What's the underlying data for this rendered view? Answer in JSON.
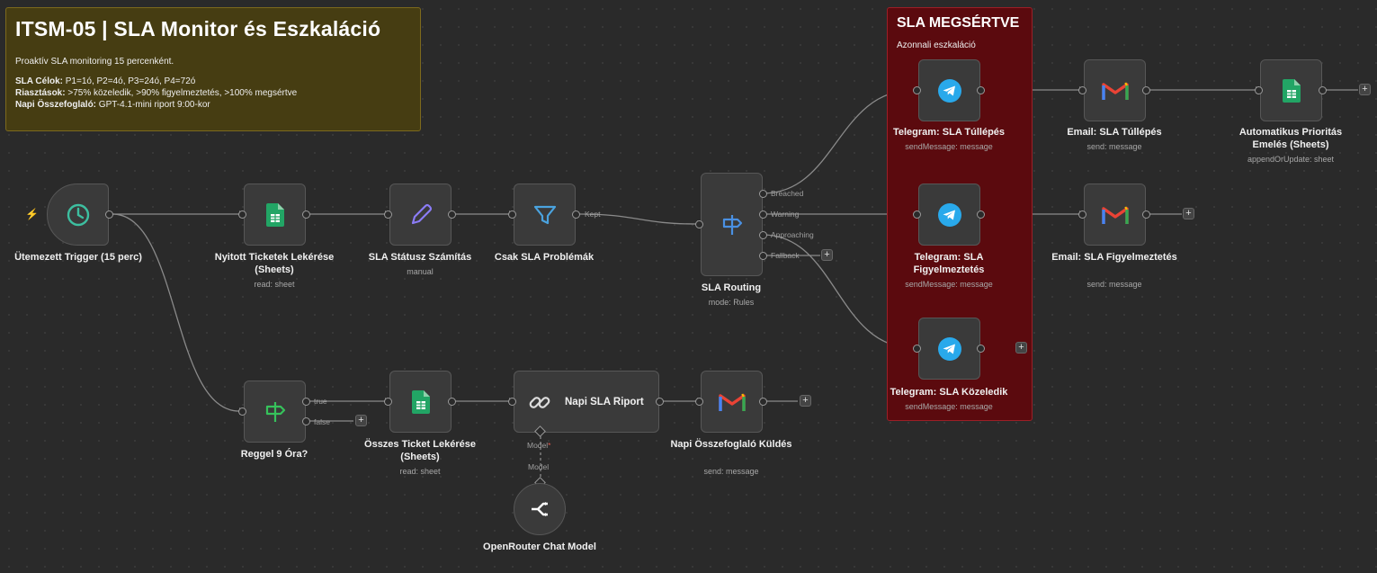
{
  "sticky_main": {
    "title": "ITSM-05 | SLA Monitor és Eszkaláció",
    "intro": "Proaktív SLA monitoring 15 percenként.",
    "line1_key": "SLA Célok:",
    "line1_val": " P1=1ó, P2=4ó, P3=24ó, P4=72ó",
    "line2_key": "Riasztások:",
    "line2_val": " >75% közeledik, >90% figyelmeztetés, >100% megsértve",
    "line3_key": "Napi Összefoglaló:",
    "line3_val": " GPT-4.1-mini riport 9:00-kor"
  },
  "sticky_red": {
    "title": "SLA MEGSÉRTVE",
    "subtitle": "Azonnali eszkaláció"
  },
  "nodes": {
    "trigger": {
      "label": "Ütemezett Trigger (15 perc)"
    },
    "open_tickets": {
      "label": "Nyitott Ticketek Lekérése (Sheets)",
      "sub": "read: sheet"
    },
    "status_calc": {
      "label": "SLA Státusz Számítás",
      "sub": "manual"
    },
    "filter": {
      "label": "Csak SLA Problémák"
    },
    "routing": {
      "label": "SLA Routing",
      "sub": "mode: Rules"
    },
    "tg_breach": {
      "label": "Telegram: SLA Túllépés",
      "sub": "sendMessage: message"
    },
    "mail_breach": {
      "label": "Email: SLA Túllépés",
      "sub": "send: message"
    },
    "priority": {
      "label": "Automatikus Prioritás Emelés (Sheets)",
      "sub": "appendOrUpdate: sheet"
    },
    "tg_warn": {
      "label": "Telegram: SLA Figyelmeztetés",
      "sub": "sendMessage: message"
    },
    "mail_warn": {
      "label": "Email: SLA Figyelmeztetés",
      "sub": "send: message"
    },
    "tg_near": {
      "label": "Telegram: SLA Közeledik",
      "sub": "sendMessage: message"
    },
    "morning": {
      "label": "Reggel 9 Óra?"
    },
    "all_tickets": {
      "label": "Összes Ticket Lekérése (Sheets)",
      "sub": "read: sheet"
    },
    "report": {
      "label": "Napi SLA Riport"
    },
    "daily_send": {
      "label": "Napi Összefoglaló Küldés",
      "sub": "send: message"
    },
    "openrouter": {
      "label": "OpenRouter Chat Model"
    }
  },
  "edge_labels": {
    "kept": "Kept",
    "breached": "Breached",
    "warning": "Warning",
    "approaching": "Approaching",
    "fallback": "Fallback",
    "true": "true",
    "false": "false",
    "model_required": "Model",
    "model": "Model"
  },
  "colors": {
    "sheets": "#22a565",
    "telegram": "#29a9eb",
    "gmail_red": "#ea4335",
    "trigger_teal": "#3dbfa0",
    "router_blue": "#4a90e2",
    "router_green": "#36c25b",
    "pencil": "#8b7cf6",
    "filter": "#4aa3df"
  }
}
